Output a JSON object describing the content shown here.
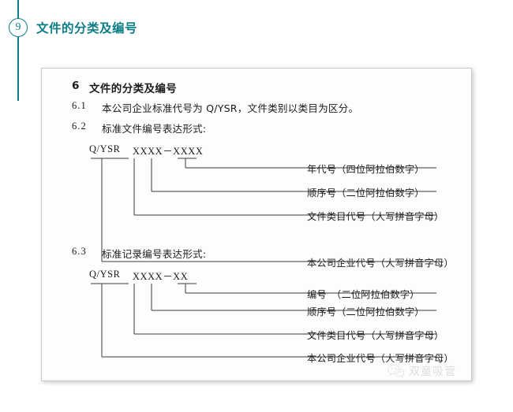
{
  "header": {
    "badge_number": "9",
    "title": "文件的分类及编号",
    "accent_color": "#0d7e88",
    "rail_icon": "vertical-rail",
    "badge_icon": "circle-number-badge"
  },
  "document": {
    "section_number": "6",
    "section_title": "文件的分类及编号",
    "paragraphs": [
      {
        "number": "6.1",
        "text": "本公司企业标准代号为 Q/YSR，文件类别以类目为区分。"
      },
      {
        "number": "6.2",
        "text": "标准文件编号表达形式:"
      },
      {
        "number": "6.3",
        "text": "标准记录编号表达形式:"
      }
    ],
    "diagrams": [
      {
        "id": "standard-document-number",
        "code_prefix": "Q/YSR",
        "code_body": "XXXX－XXXX",
        "legend": [
          "年代号（四位阿拉伯数字）",
          "顺序号（二位阿拉伯数字）",
          "文件类目代号（大写拼音字母）",
          "本公司企业代号（大写拼音字母）"
        ]
      },
      {
        "id": "standard-record-number",
        "code_prefix": "Q/YSR",
        "code_body": "XXXX－XX",
        "legend": [
          "编号　（二位阿拉伯数字）",
          "顺序号（二位阿拉伯数字）",
          "文件类目代号（大写拼音字母）",
          "本公司企业代号（大写拼音字母）"
        ]
      }
    ]
  },
  "watermark": {
    "text": "双童吸管",
    "icon": "wechat-icon"
  }
}
